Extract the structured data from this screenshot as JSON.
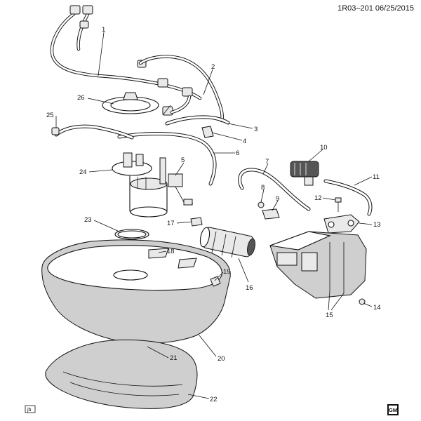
{
  "header": {
    "ref_text": "1R03–201 06/25/2015"
  },
  "callouts": [
    "1",
    "2",
    "3",
    "4",
    "5",
    "6",
    "7",
    "8",
    "9",
    "10",
    "11",
    "12",
    "13",
    "14",
    "15",
    "16",
    "17",
    "18",
    "19",
    "20",
    "21",
    "22",
    "23",
    "24",
    "25",
    "26"
  ],
  "footer": {
    "left_badge": "jb",
    "right_logo": "GM"
  }
}
